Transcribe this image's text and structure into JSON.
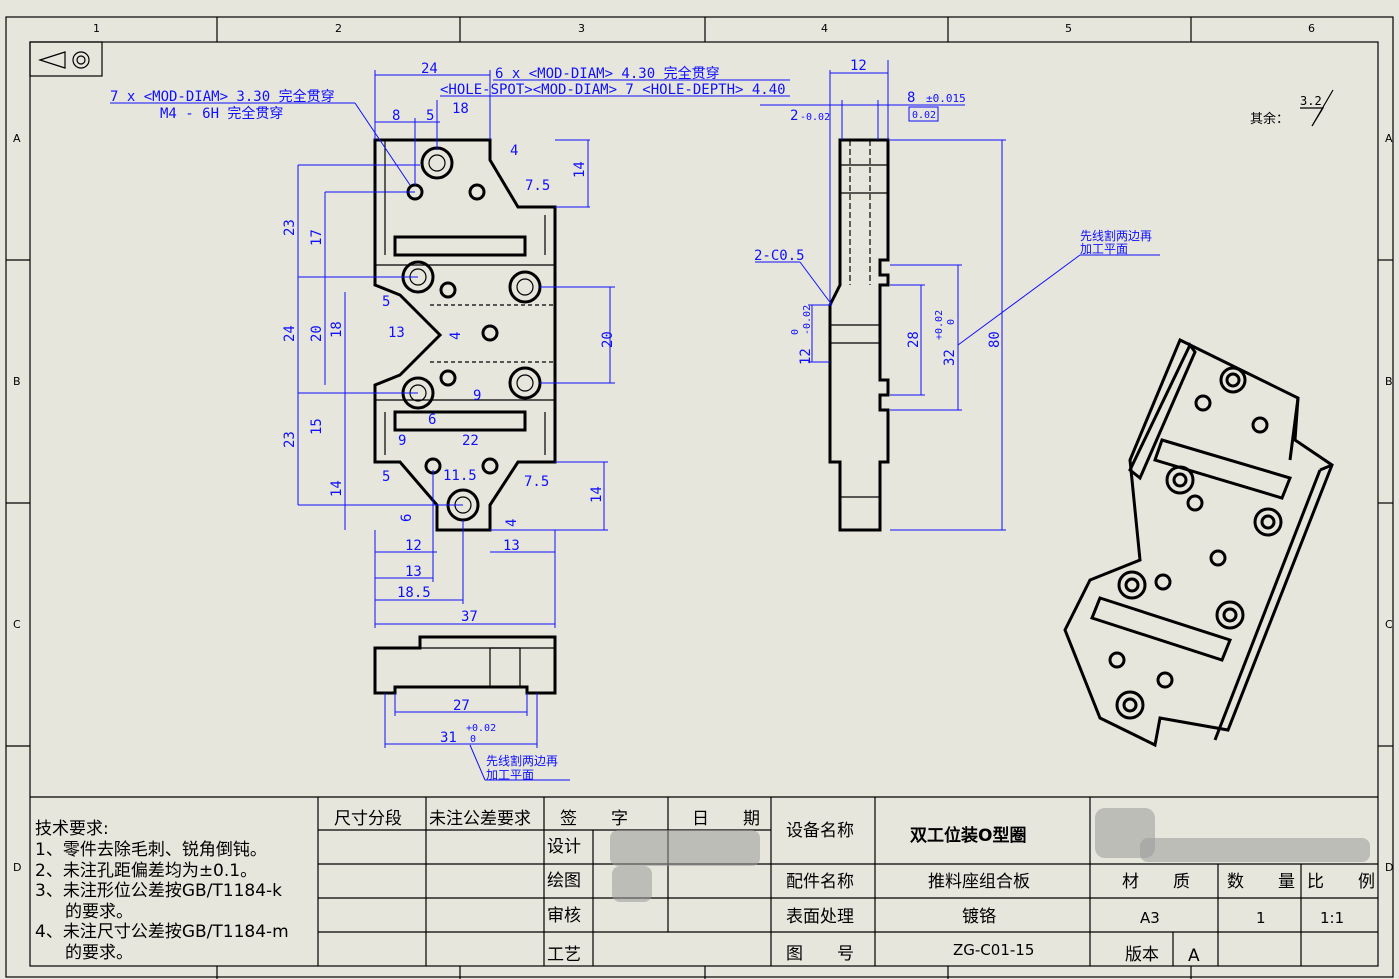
{
  "frame": {
    "zones_top": [
      "1",
      "2",
      "3",
      "4",
      "5",
      "6"
    ],
    "zones_side": [
      "A",
      "B",
      "C",
      "D"
    ]
  },
  "notes": {
    "hole_note_1": "7 x <MOD-DIAM> 3.30 完全贯穿",
    "hole_note_2": "M4 - 6H 完全贯穿",
    "hole_note_3": "6 x <MOD-DIAM> 4.30 完全贯穿",
    "hole_note_4": "<HOLE-SPOT><MOD-DIAM> 7 <HOLE-DEPTH> 4.40",
    "wire_note_1a": "先线割两边再",
    "wire_note_1b": "加工平面",
    "wire_note_2a": "先线割两边再",
    "wire_note_2b": "加工平面",
    "chamfer": "2-C0.5",
    "roughness_label": "其余：",
    "roughness_value": "3.2"
  },
  "dims": {
    "front": [
      "24",
      "18",
      "8",
      "5",
      "4",
      "14",
      "7.5",
      "23",
      "17",
      "5",
      "13",
      "4",
      "24",
      "20",
      "18",
      "20",
      "9",
      "6",
      "9",
      "22",
      "15",
      "23",
      "5",
      "11.5",
      "7.5",
      "14",
      "14",
      "6",
      "4",
      "12",
      "13",
      "13",
      "18.5",
      "37"
    ],
    "bottom": [
      "27",
      "31",
      "+0.02",
      "0"
    ],
    "side": [
      "12",
      "2",
      "-0.02",
      "8",
      "±0.015",
      "0.02",
      "0",
      "-0.02",
      "12",
      "28",
      "+0.02",
      "0",
      "32",
      "80"
    ]
  },
  "tech_requirements": {
    "title": "技术要求:",
    "items": [
      "1、零件去除毛刺、锐角倒钝。",
      "2、未注孔距偏差均为±0.1。",
      "3、未注形位公差按GB/T1184-k",
      "的要求。",
      "4、未注尺寸公差按GB/T1184-m",
      "的要求。"
    ]
  },
  "title_block": {
    "size_section": "尺寸分段",
    "tolerance_req": "未注公差要求",
    "sign": "签　　字",
    "date": "日　　期",
    "design": "设计",
    "drawing": "绘图",
    "review": "审核",
    "process": "工艺",
    "equipment_label": "设备名称",
    "equipment_value": "双工位装O型圈",
    "part_label": "配件名称",
    "part_value": "推料座组合板",
    "surface_label": "表面处理",
    "surface_value": "镀铬",
    "drawing_no_label": "图　　号",
    "drawing_no_value": "ZG-C01-15",
    "material_label": "材　　质",
    "material_value": "A3",
    "quantity_label": "数　　量",
    "quantity_value": "1",
    "scale_label": "比　　例",
    "scale_value": "1:1",
    "version_label": "版本",
    "version_value": "A"
  }
}
